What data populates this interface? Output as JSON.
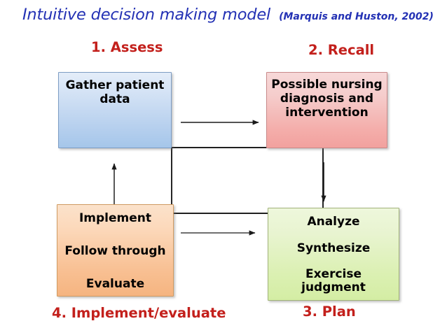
{
  "title": {
    "main": "Intuitive decision making model",
    "citation": "(Marquis and Huston, 2002)"
  },
  "steps": {
    "assess": "1. Assess",
    "recall": "2. Recall",
    "plan": "3. Plan",
    "implement_evaluate": "4. Implement/evaluate"
  },
  "nodes": {
    "assess": {
      "lines": [
        "Gather patient",
        "data"
      ]
    },
    "recall": {
      "lines": [
        "Possible nursing",
        "diagnosis and",
        "intervention"
      ]
    },
    "implement": {
      "lines": [
        "Implement",
        "Follow through",
        "Evaluate"
      ]
    },
    "analyze": {
      "lines": [
        "Analyze",
        "Synthesize",
        "Exercise",
        "judgment"
      ]
    }
  },
  "colors": {
    "title_blue": "#2331b4",
    "step_red": "#c3201c",
    "assess_box": "#b7d0ee",
    "recall_box": "#f4aeab",
    "implement_box": "#f8c093",
    "analyze_box": "#dbf0b2",
    "connector_line": "#000000"
  },
  "connectors": [
    {
      "name": "assess-to-recall",
      "direction": "right",
      "label": ""
    },
    {
      "name": "recall-to-analyze",
      "direction": "down",
      "label": ""
    },
    {
      "name": "implement-to-analyze",
      "direction": "right",
      "label": ""
    },
    {
      "name": "implement-to-assess",
      "direction": "up",
      "label": ""
    }
  ]
}
